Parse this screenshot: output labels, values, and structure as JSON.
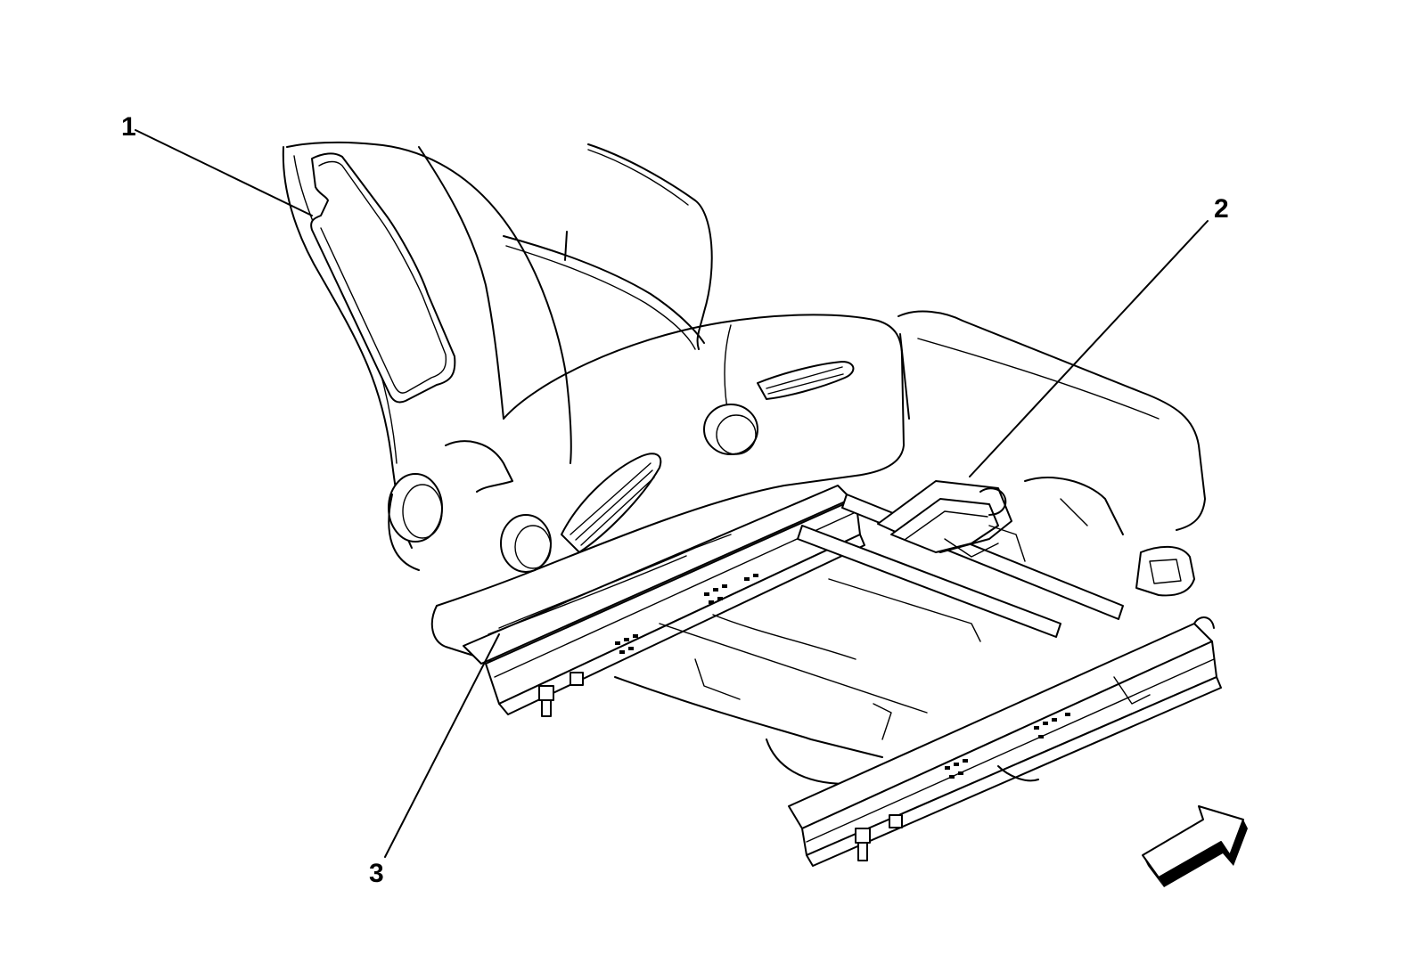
{
  "callouts": [
    {
      "label": "1"
    },
    {
      "label": "2"
    },
    {
      "label": "3"
    }
  ],
  "icons": {
    "direction_arrow": "forward-arrow-icon"
  },
  "colors": {
    "line": "#000000",
    "background": "#ffffff"
  }
}
